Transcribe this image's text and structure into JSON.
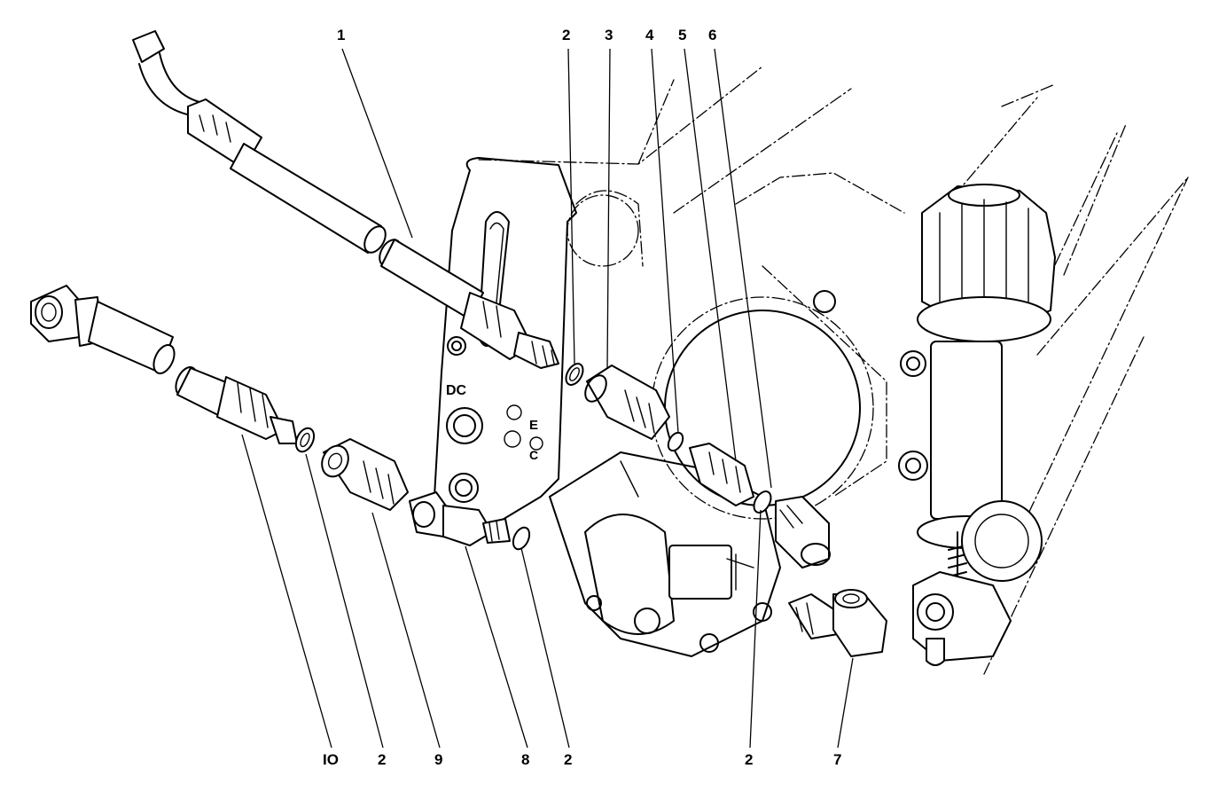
{
  "callouts": [
    {
      "id": "c1",
      "label": "1"
    },
    {
      "id": "c2a",
      "label": "2"
    },
    {
      "id": "c3",
      "label": "3"
    },
    {
      "id": "c4",
      "label": "4"
    },
    {
      "id": "c5",
      "label": "5"
    },
    {
      "id": "c6",
      "label": "6"
    },
    {
      "id": "c7",
      "label": "7"
    },
    {
      "id": "c2b",
      "label": "2"
    },
    {
      "id": "c2c",
      "label": "2"
    },
    {
      "id": "c8",
      "label": "8"
    },
    {
      "id": "c9",
      "label": "9"
    },
    {
      "id": "c2d",
      "label": "2"
    },
    {
      "id": "c10",
      "label": "IO"
    }
  ],
  "engraving": {
    "letters_1": "DC",
    "letters_2": "E",
    "letters_3": "C"
  }
}
